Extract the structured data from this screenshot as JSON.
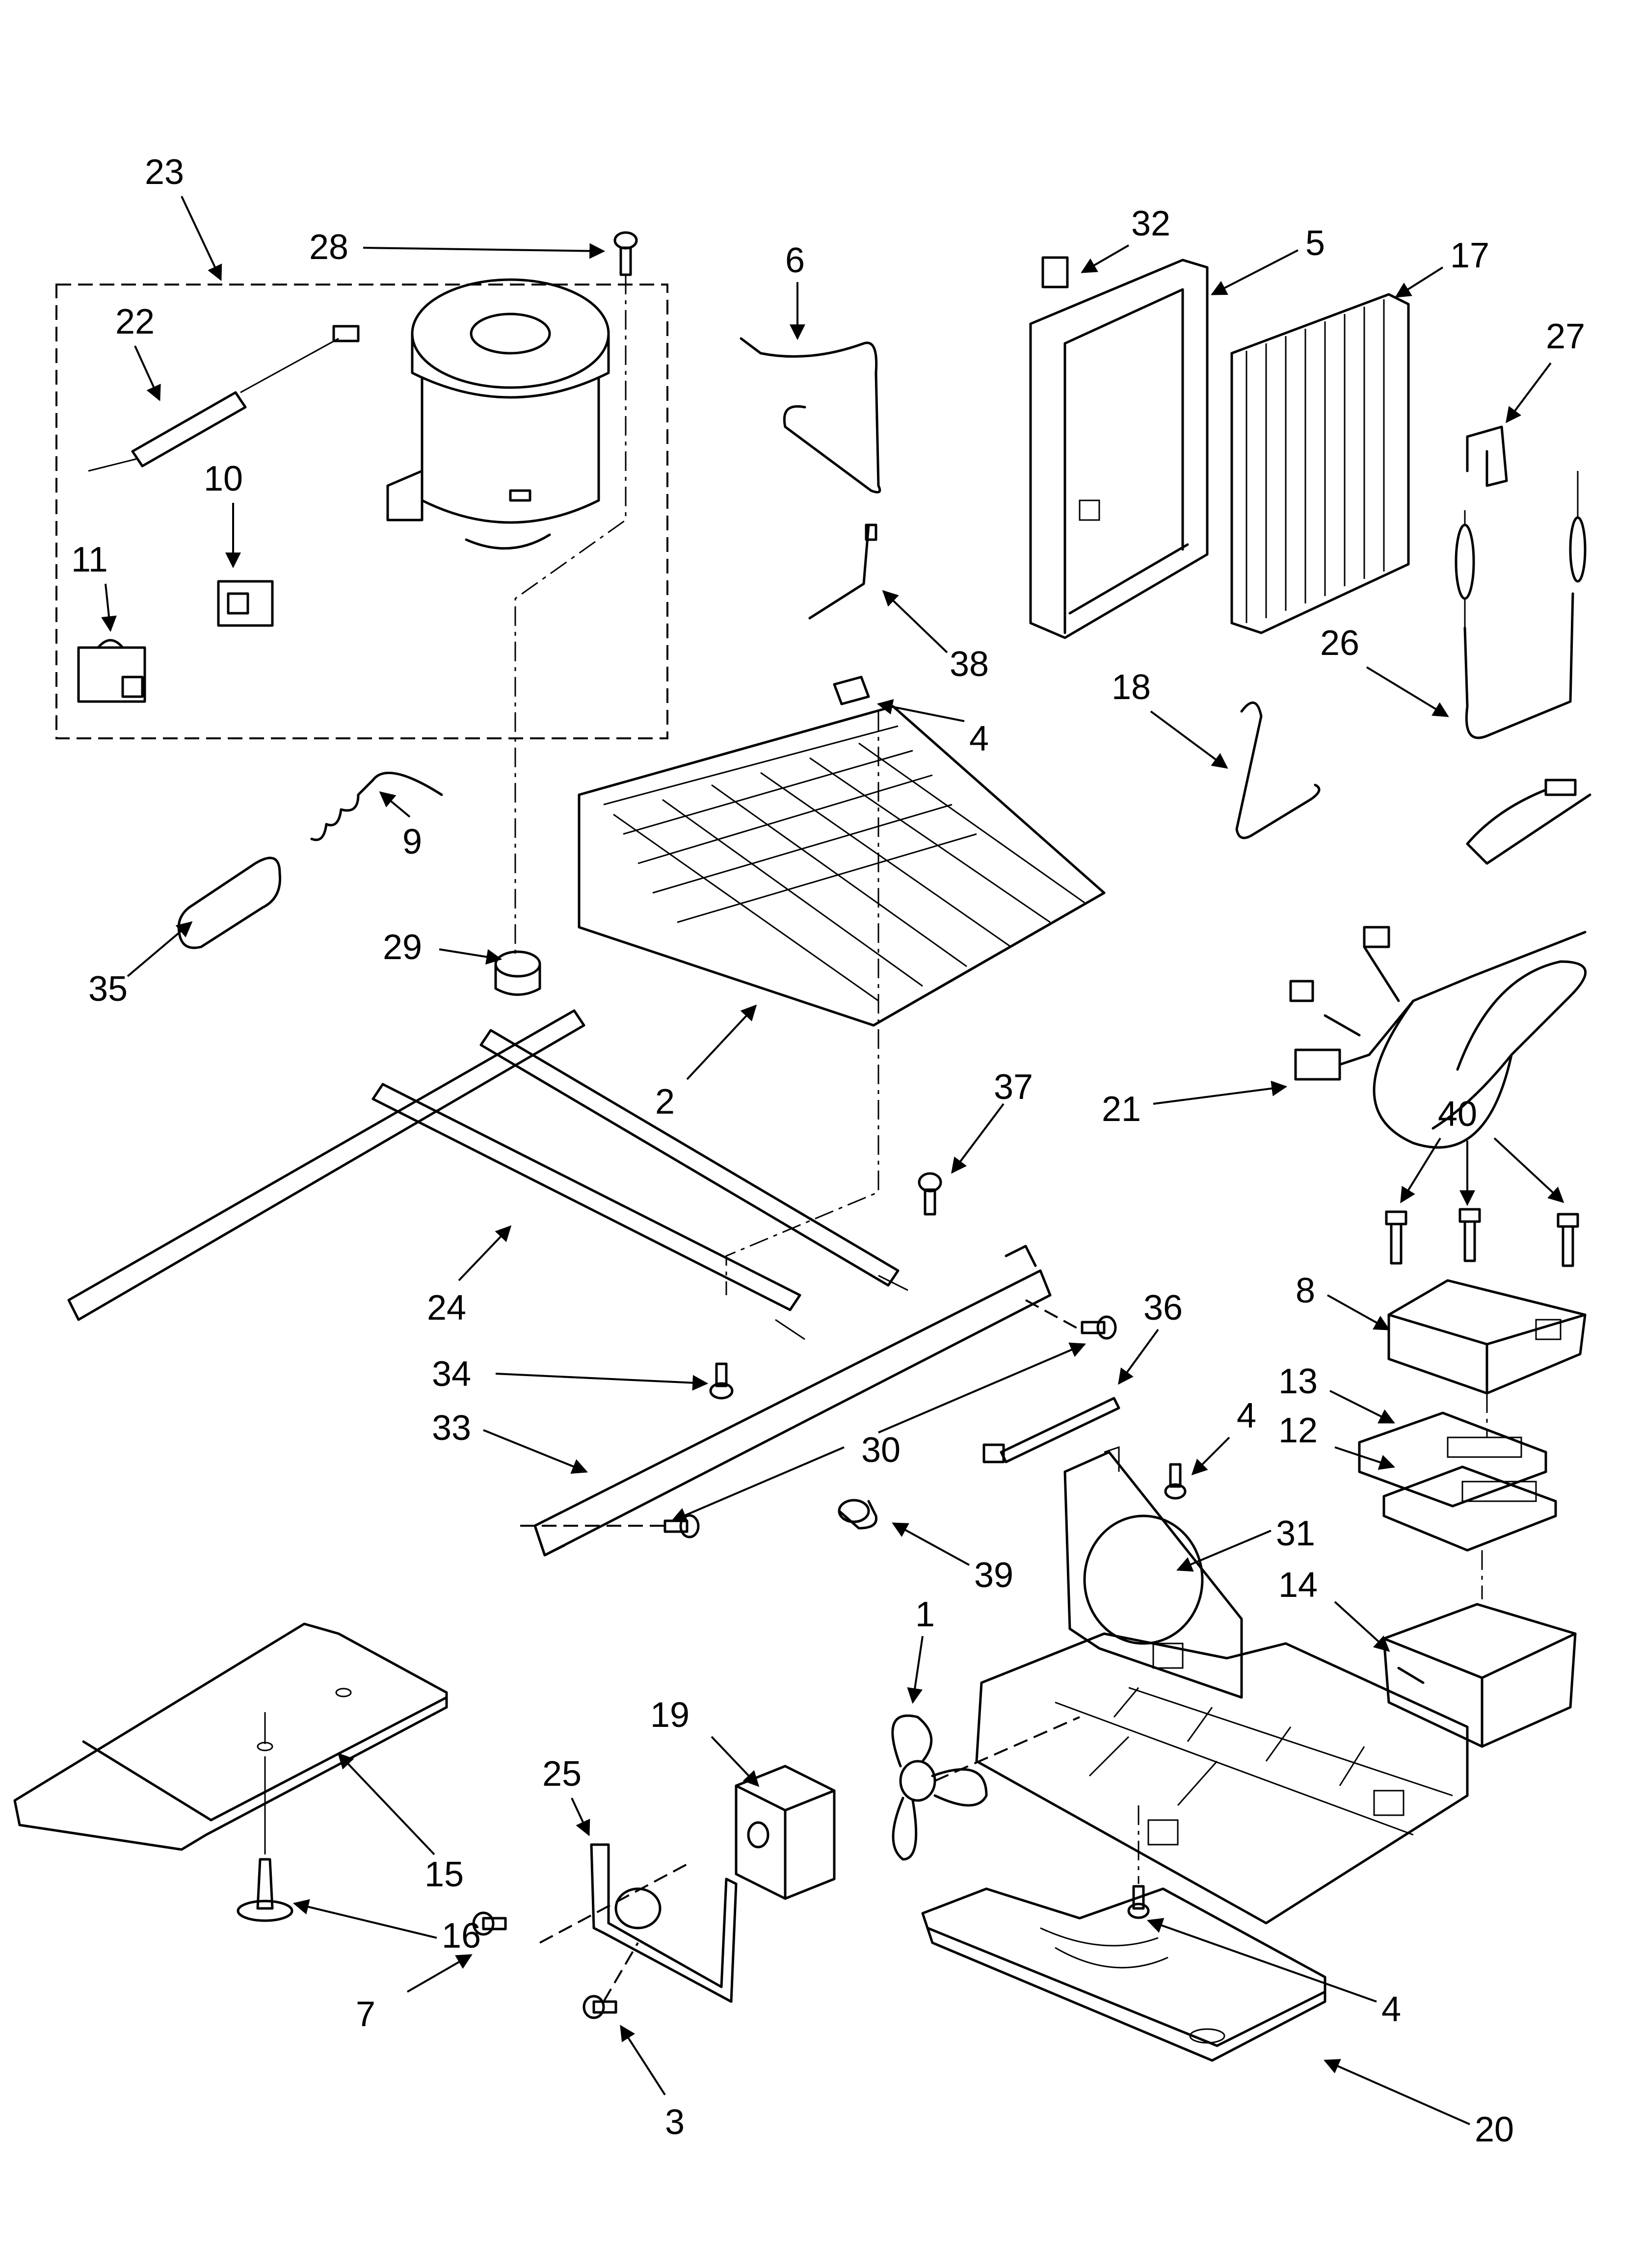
{
  "diagram": {
    "callouts": [
      {
        "id": "c23",
        "text": "23"
      },
      {
        "id": "c28",
        "text": "28"
      },
      {
        "id": "c22",
        "text": "22"
      },
      {
        "id": "c10",
        "text": "10"
      },
      {
        "id": "c11",
        "text": "11"
      },
      {
        "id": "c6",
        "text": "6"
      },
      {
        "id": "c32",
        "text": "32"
      },
      {
        "id": "c5",
        "text": "5"
      },
      {
        "id": "c17",
        "text": "17"
      },
      {
        "id": "c27",
        "text": "27"
      },
      {
        "id": "c38",
        "text": "38"
      },
      {
        "id": "c4a",
        "text": "4"
      },
      {
        "id": "c18",
        "text": "18"
      },
      {
        "id": "c26",
        "text": "26"
      },
      {
        "id": "c9",
        "text": "9"
      },
      {
        "id": "c35",
        "text": "35"
      },
      {
        "id": "c29",
        "text": "29"
      },
      {
        "id": "c2",
        "text": "2"
      },
      {
        "id": "c21",
        "text": "21"
      },
      {
        "id": "c37",
        "text": "37"
      },
      {
        "id": "c40",
        "text": "40"
      },
      {
        "id": "c8",
        "text": "8"
      },
      {
        "id": "c24",
        "text": "24"
      },
      {
        "id": "c36",
        "text": "36"
      },
      {
        "id": "c34",
        "text": "34"
      },
      {
        "id": "c13",
        "text": "13"
      },
      {
        "id": "c33",
        "text": "33"
      },
      {
        "id": "c4b",
        "text": "4"
      },
      {
        "id": "c30",
        "text": "30"
      },
      {
        "id": "c12",
        "text": "12"
      },
      {
        "id": "c31",
        "text": "31"
      },
      {
        "id": "c39",
        "text": "39"
      },
      {
        "id": "c1",
        "text": "1"
      },
      {
        "id": "c14",
        "text": "14"
      },
      {
        "id": "c19",
        "text": "19"
      },
      {
        "id": "c25",
        "text": "25"
      },
      {
        "id": "c15",
        "text": "15"
      },
      {
        "id": "c16",
        "text": "16"
      },
      {
        "id": "c7",
        "text": "7"
      },
      {
        "id": "c4c",
        "text": "4"
      },
      {
        "id": "c3",
        "text": "3"
      },
      {
        "id": "c20",
        "text": "20"
      }
    ]
  }
}
